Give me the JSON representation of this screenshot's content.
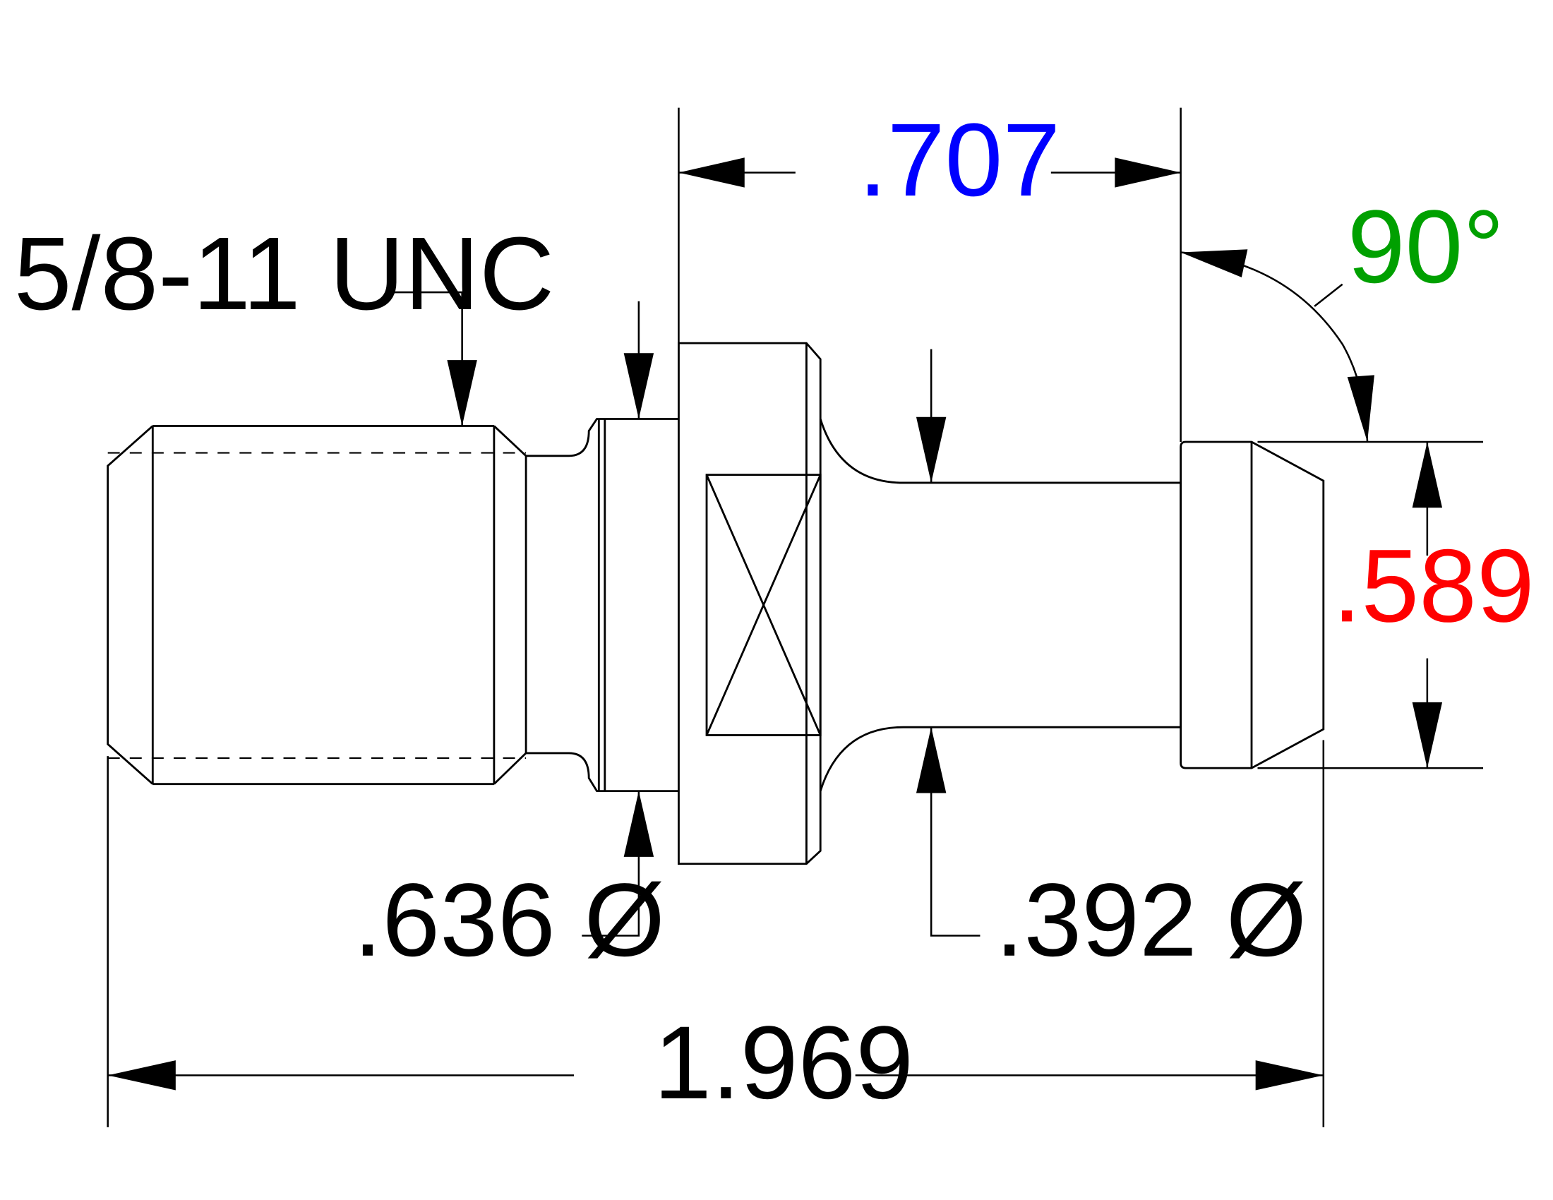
{
  "drawing": {
    "thread_callout": "5/8-11 UNC",
    "overall_length": "1.969",
    "flange_to_end_length": ".707",
    "angle": "90°",
    "head_diameter": ".589 Ø",
    "shank_diameter": ".392 Ø",
    "collar_diameter": ".636 Ø"
  },
  "colors": {
    "line": "#000000",
    "overall_length": "#000000",
    "flange_to_end_length": "#0000ff",
    "angle": "#00a000",
    "head_diameter": "#ff0000",
    "shank_diameter": "#000000",
    "collar_diameter": "#000000",
    "thread_callout": "#000000"
  }
}
